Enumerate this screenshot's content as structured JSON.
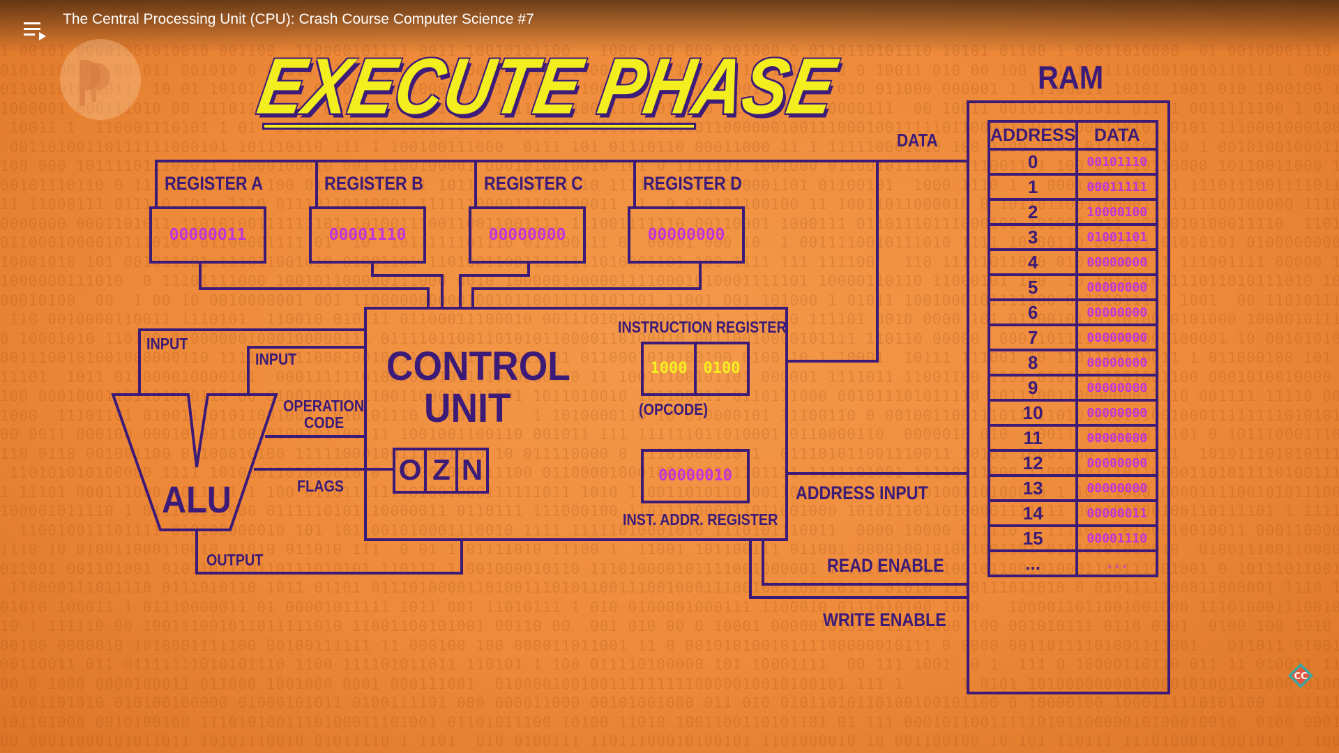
{
  "video": {
    "title": "The Central Processing Unit (CPU): Crash Course Computer Science #7"
  },
  "slide": {
    "title": "EXECUTE PHASE",
    "registers": [
      {
        "label": "REGISTER A",
        "value": "00000011"
      },
      {
        "label": "REGISTER B",
        "value": "00001110"
      },
      {
        "label": "REGISTER C",
        "value": "00000000"
      },
      {
        "label": "REGISTER D",
        "value": "00000000"
      }
    ],
    "control_unit": {
      "label_line1": "CONTROL",
      "label_line2": "UNIT",
      "instruction_register_label": "INSTRUCTION REGISTER",
      "opcode": "1000",
      "operand": "0100",
      "opcode_label": "(OPCODE)",
      "inst_addr_value": "00000010",
      "inst_addr_label": "INST. ADDR. REGISTER",
      "flags": [
        "O",
        "Z",
        "N"
      ]
    },
    "alu": {
      "label": "ALU",
      "input1_label": "INPUT",
      "input2_label": "INPUT",
      "opcode_label_line1": "OPERATION",
      "opcode_label_line2": "CODE",
      "flags_label": "FLAGS",
      "output_label": "OUTPUT"
    },
    "bus_labels": {
      "data": "DATA",
      "address_input": "ADDRESS INPUT",
      "read_enable": "READ ENABLE",
      "write_enable": "WRITE ENABLE"
    },
    "ram": {
      "title": "RAM",
      "header_address": "ADDRESS",
      "header_data": "DATA",
      "rows": [
        {
          "address": "0",
          "data": "00101110"
        },
        {
          "address": "1",
          "data": "00011111"
        },
        {
          "address": "2",
          "data": "10000100"
        },
        {
          "address": "3",
          "data": "01001101"
        },
        {
          "address": "4",
          "data": "00000000"
        },
        {
          "address": "5",
          "data": "00000000"
        },
        {
          "address": "6",
          "data": "00000000"
        },
        {
          "address": "7",
          "data": "00000000"
        },
        {
          "address": "8",
          "data": "00000000"
        },
        {
          "address": "9",
          "data": "00000000"
        },
        {
          "address": "10",
          "data": "00000000"
        },
        {
          "address": "11",
          "data": "00000000"
        },
        {
          "address": "12",
          "data": "00000000"
        },
        {
          "address": "13",
          "data": "00000000"
        },
        {
          "address": "14",
          "data": "00000011"
        },
        {
          "address": "15",
          "data": "00001110"
        },
        {
          "address": "...",
          "data": "..."
        }
      ]
    }
  },
  "icons": {
    "playlist": "playlist-icon",
    "pbs": "pbs-logo-icon",
    "cc": "crash-course-logo-icon"
  },
  "colors": {
    "background": "#ee8a3a",
    "line": "#3b1a78",
    "value_magenta": "#c233d8",
    "value_yellow": "#f6ef22",
    "title_yellow": "#f3ee1e"
  }
}
